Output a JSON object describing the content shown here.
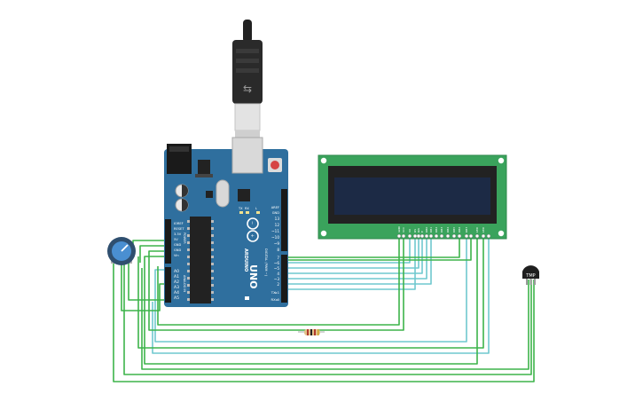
{
  "board": {
    "model": "UNO",
    "brand": "ARDUINO",
    "left_header_labels": [
      "IOREF",
      "RESET",
      "3.3V",
      "5V",
      "GND",
      "GND",
      "Vin"
    ],
    "power_title": "POWER",
    "analog_title": "ANALOG IN",
    "analog_labels": [
      "A0",
      "A1",
      "A2",
      "A3",
      "A4",
      "A5"
    ],
    "digital_labels": [
      "AREF",
      "GND",
      "13",
      "12",
      "~11",
      "~10",
      "~9",
      "8",
      "7",
      "~6",
      "~5",
      "4",
      "~3",
      "2",
      "TX▸1",
      "RX◂0"
    ],
    "digital_title": "DIGITAL (PWM ~)",
    "led_labels": [
      "TX",
      "RX",
      "L"
    ]
  },
  "lcd": {
    "pin_labels": [
      "GND",
      "VCC",
      "V0",
      "RS",
      "RW",
      "E",
      "DB0",
      "DB1",
      "DB2",
      "DB3",
      "DB4",
      "DB5",
      "DB6",
      "DB7",
      "LED",
      "LED"
    ]
  },
  "sensor": {
    "label": "TMP"
  },
  "colors": {
    "wire_green": "#3db44a",
    "wire_teal": "#6fc8cf",
    "board_blue": "#2f6f9e",
    "lcd_green": "#3aa35c",
    "lcd_screen": "#1c2a45",
    "usb_black": "#222222"
  },
  "icons": {
    "usb": "usb-plug-icon",
    "pot": "potentiometer-icon",
    "resistor": "resistor-icon",
    "sensor": "temperature-sensor-icon"
  }
}
